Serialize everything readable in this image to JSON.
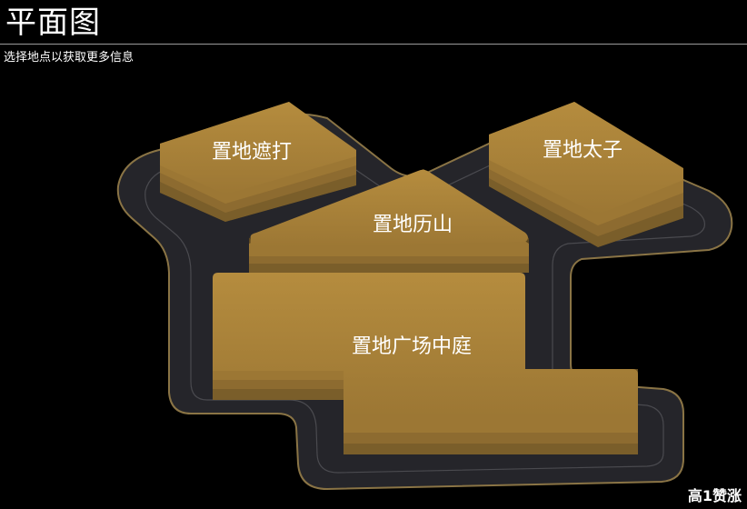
{
  "header": {
    "title": "平面图",
    "subtitle": "选择地点以获取更多信息"
  },
  "buildings": [
    {
      "id": "chater",
      "label": "置地遮打"
    },
    {
      "id": "prince",
      "label": "置地太子"
    },
    {
      "id": "alexandra",
      "label": "置地历山"
    },
    {
      "id": "atrium",
      "label": "置地广场中庭"
    }
  ],
  "watermark": "高1赞涨",
  "colors": {
    "background": "#000000",
    "platform": "#26262b",
    "platform_edge": "#8a7445",
    "building_top": "#a8823a",
    "building_side": "#7a5e2a"
  }
}
